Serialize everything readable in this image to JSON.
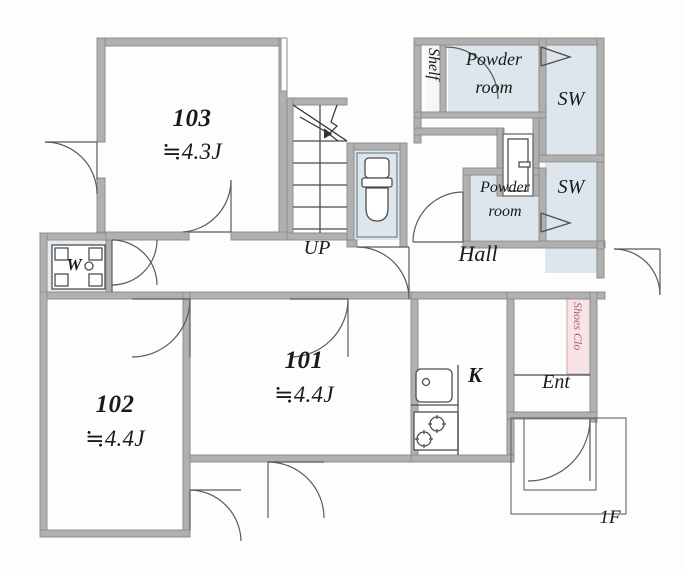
{
  "plan": {
    "floor_label": "1F",
    "background_color": "#fdfdfb",
    "wall_color": "#9a9a9a",
    "wall_fill": "#b4b4b4",
    "thin_line_color": "#555555",
    "door_arc_color": "#555555",
    "fixture_fill": "#dde6ec",
    "shoes_closet_fill": "#f7e2e6",
    "shoes_closet_text_color": "#c06070"
  },
  "rooms": [
    {
      "id": "room-103",
      "number": "103",
      "area": "≒4.3J"
    },
    {
      "id": "room-101",
      "number": "101",
      "area": "≒4.4J"
    },
    {
      "id": "room-102",
      "number": "102",
      "area": "≒4.4J"
    }
  ],
  "labels": {
    "shelf": "Shelf",
    "powder_room_upper_line1": "Powder",
    "powder_room_upper_line2": "room",
    "powder_room_lower_line1": "Powder",
    "powder_room_lower_line2": "room",
    "sw_upper": "SW",
    "sw_lower": "SW",
    "hall": "Hall",
    "up": "UP",
    "kitchen": "K",
    "entrance": "Ent",
    "shoes_closet": "Shoes Clo",
    "washer": "W",
    "floor": "1F"
  },
  "icons": {
    "toilet": "toilet-icon",
    "sink": "kitchen-sink-icon",
    "stove": "stove-burner-icon",
    "washer_pan": "washing-machine-pan-icon",
    "stairs": "staircase-up-icon",
    "stair_arrow": "up-direction-arrow-icon",
    "sliding_door_upper": "sliding-door-arrow-icon",
    "sliding_door_lower": "sliding-door-arrow-icon",
    "closet_door": "closet-door-icon"
  }
}
